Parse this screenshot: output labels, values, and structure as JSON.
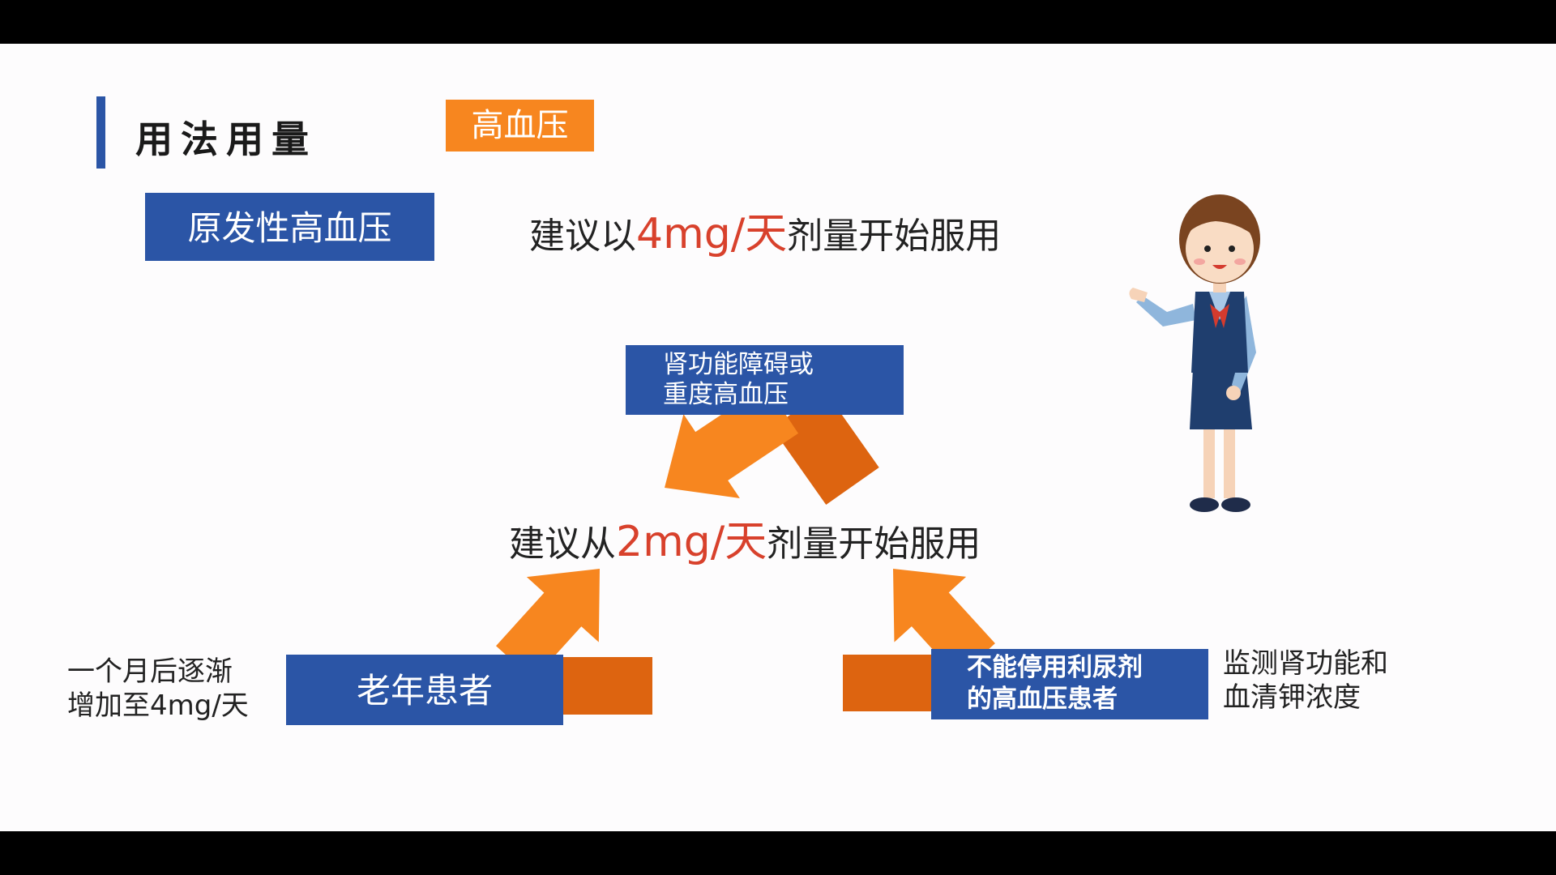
{
  "header": {
    "title": "用法用量",
    "tag": "高血压"
  },
  "primary": {
    "label": "原发性高血压",
    "advice_pre": "建议以",
    "advice_dose": "4mg/天",
    "advice_post": "剂量开始服用"
  },
  "center": {
    "advice_pre": "建议从",
    "advice_dose": "2mg/天",
    "advice_post": "剂量开始服用"
  },
  "top_box": {
    "line1": "肾功能障碍或",
    "line2": "重度高血压"
  },
  "left_box": {
    "label": "老年患者",
    "note_line1": "一个月后逐渐",
    "note_line2": "增加至4mg/天"
  },
  "right_box": {
    "line1": "不能停用利尿剂",
    "line2": "的高血压患者",
    "note_line1": "监测肾功能和",
    "note_line2": "血清钾浓度"
  },
  "colors": {
    "blue": "#2b55a6",
    "orange_light": "#f7861f",
    "orange_dark": "#dd6410",
    "red": "#d8412c"
  }
}
